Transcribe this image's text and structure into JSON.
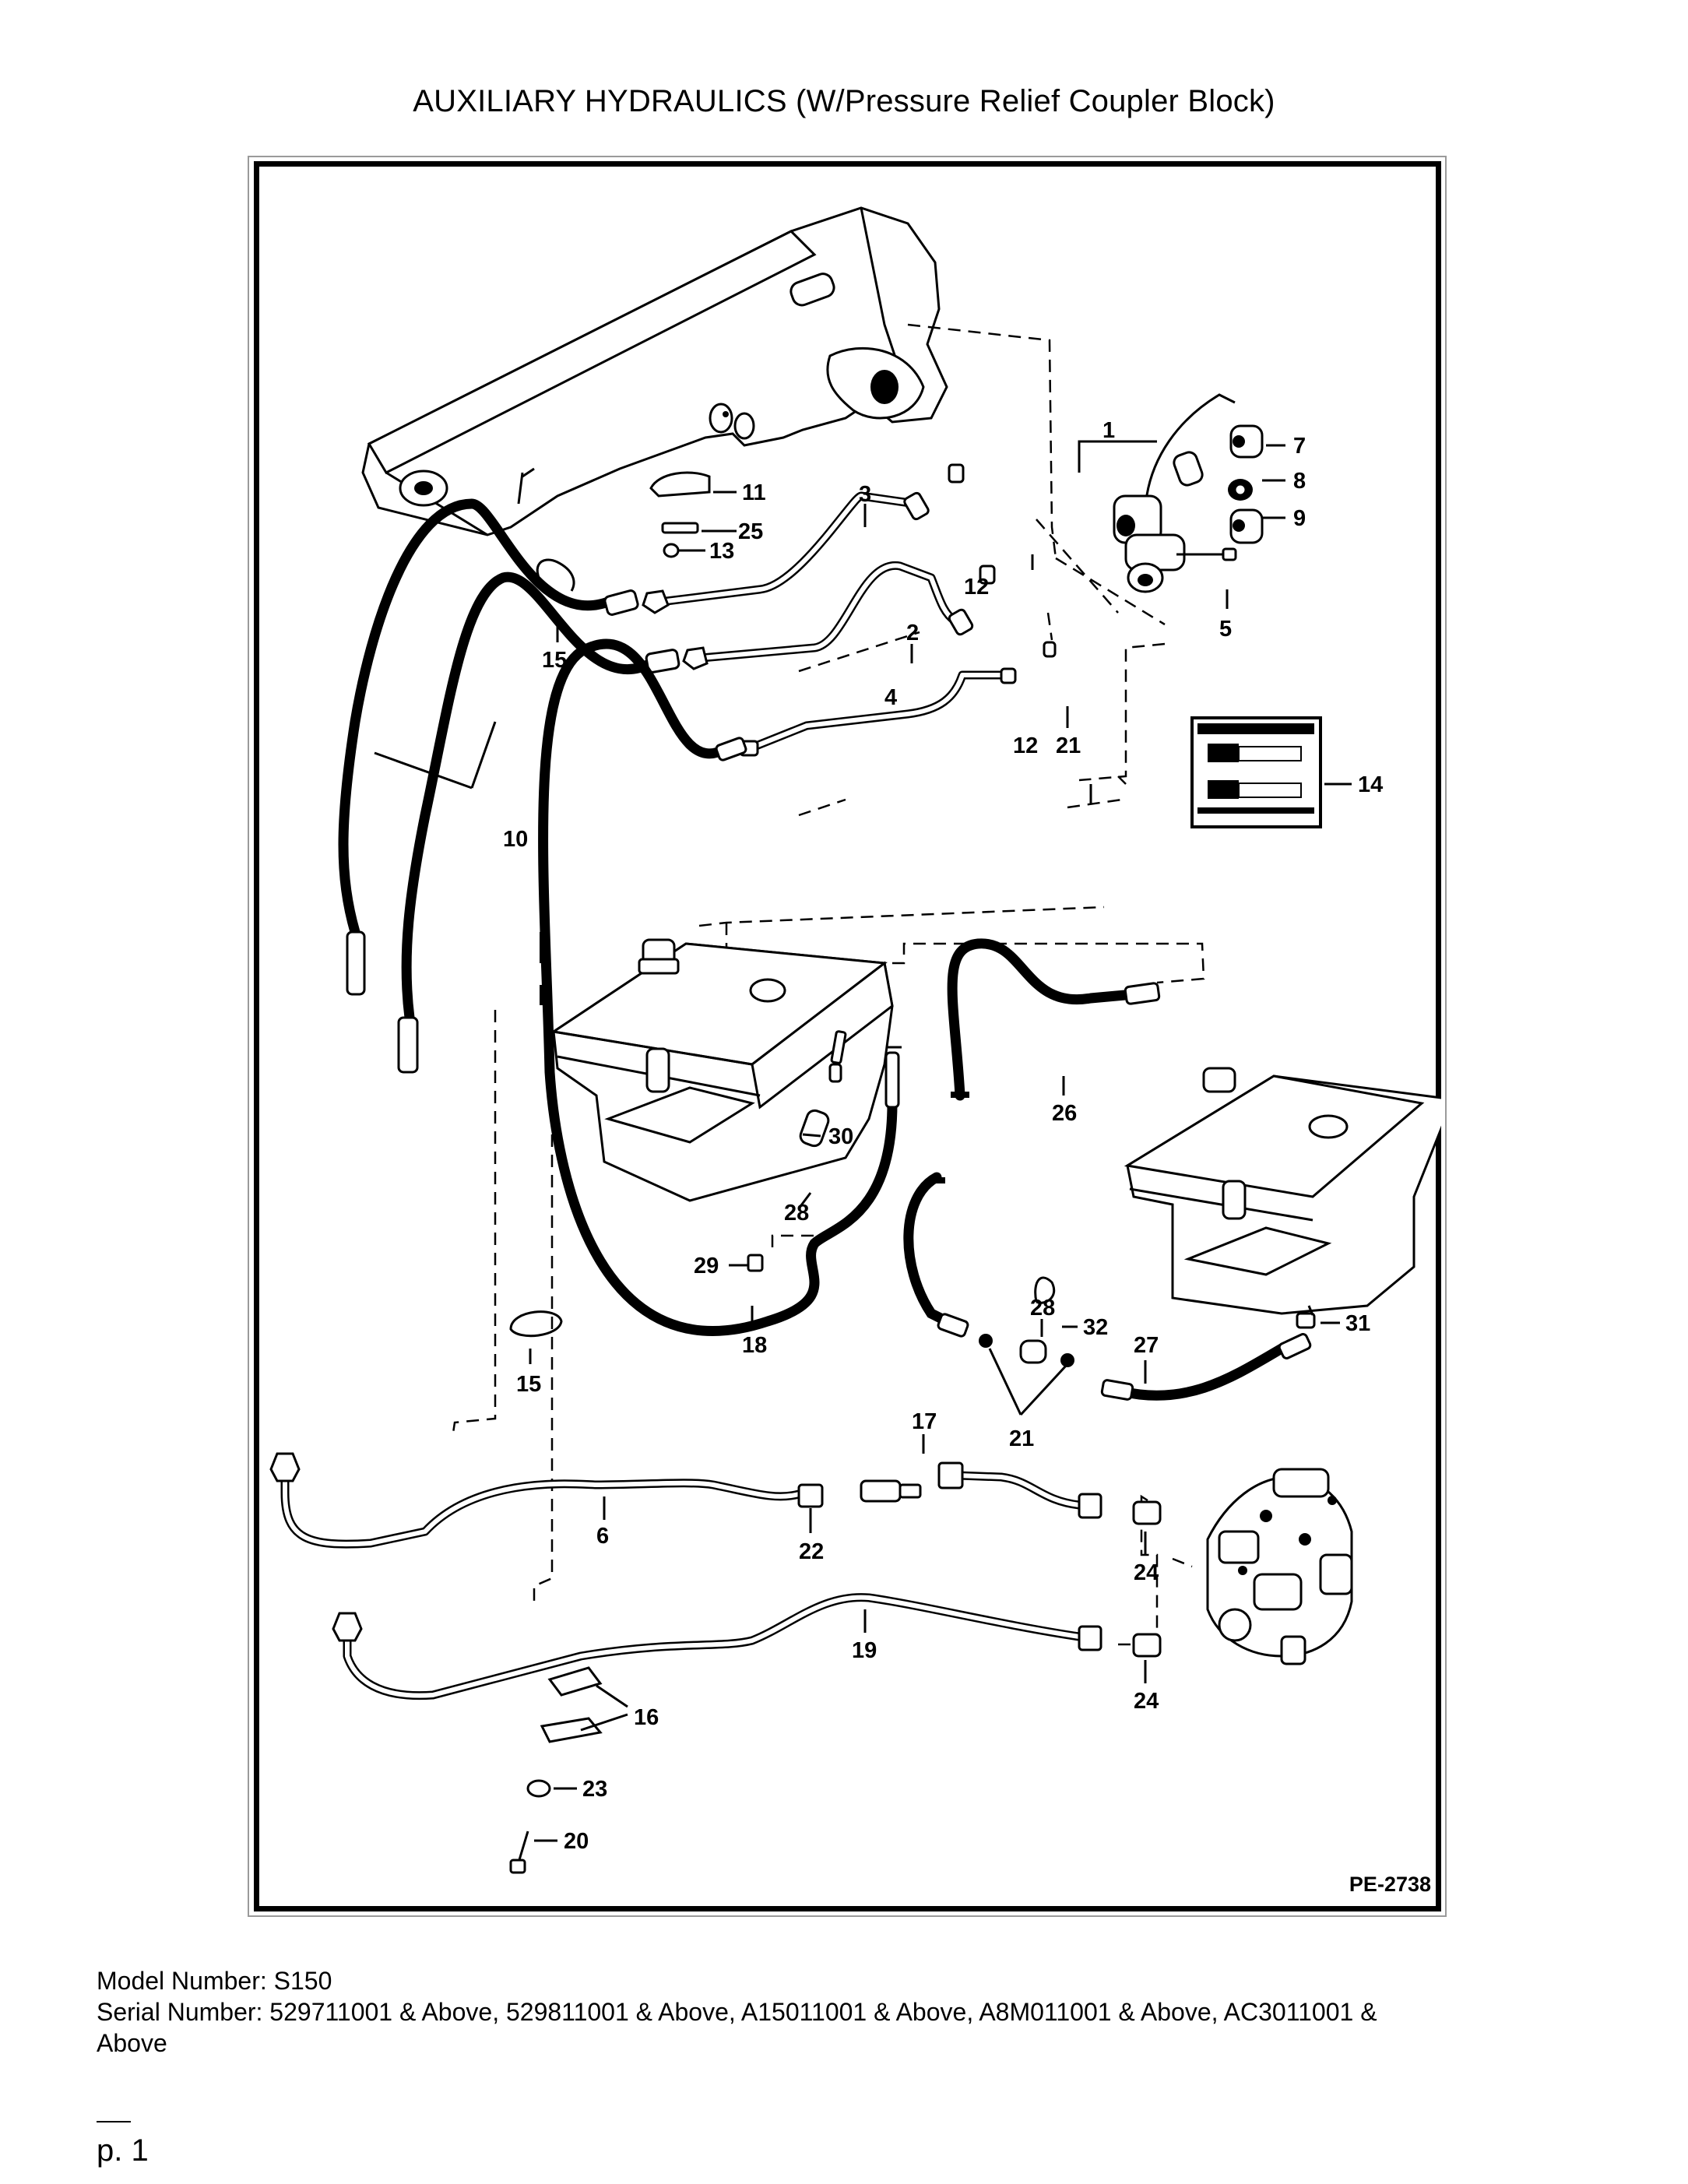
{
  "title": "AUXILIARY HYDRAULICS (W/Pressure Relief Coupler Block)",
  "drawing_code": "PE-2738",
  "model_number": "Model Number: S150",
  "serial_number_line1": "Serial Number: 529711001 & Above, 529811001 & Above, A15011001 & Above, A8M011001 & Above, AC3011001 &",
  "serial_number_line2": "Above",
  "page_label": "p. 1",
  "callouts": [
    "1",
    "2",
    "3",
    "4",
    "5",
    "6",
    "7",
    "8",
    "9",
    "10",
    "11",
    "12",
    "12",
    "13",
    "14",
    "15",
    "15",
    "16",
    "17",
    "18",
    "19",
    "20",
    "21",
    "21",
    "22",
    "23",
    "24",
    "24",
    "25",
    "26",
    "27",
    "28",
    "28",
    "29",
    "30",
    "31",
    "32"
  ]
}
